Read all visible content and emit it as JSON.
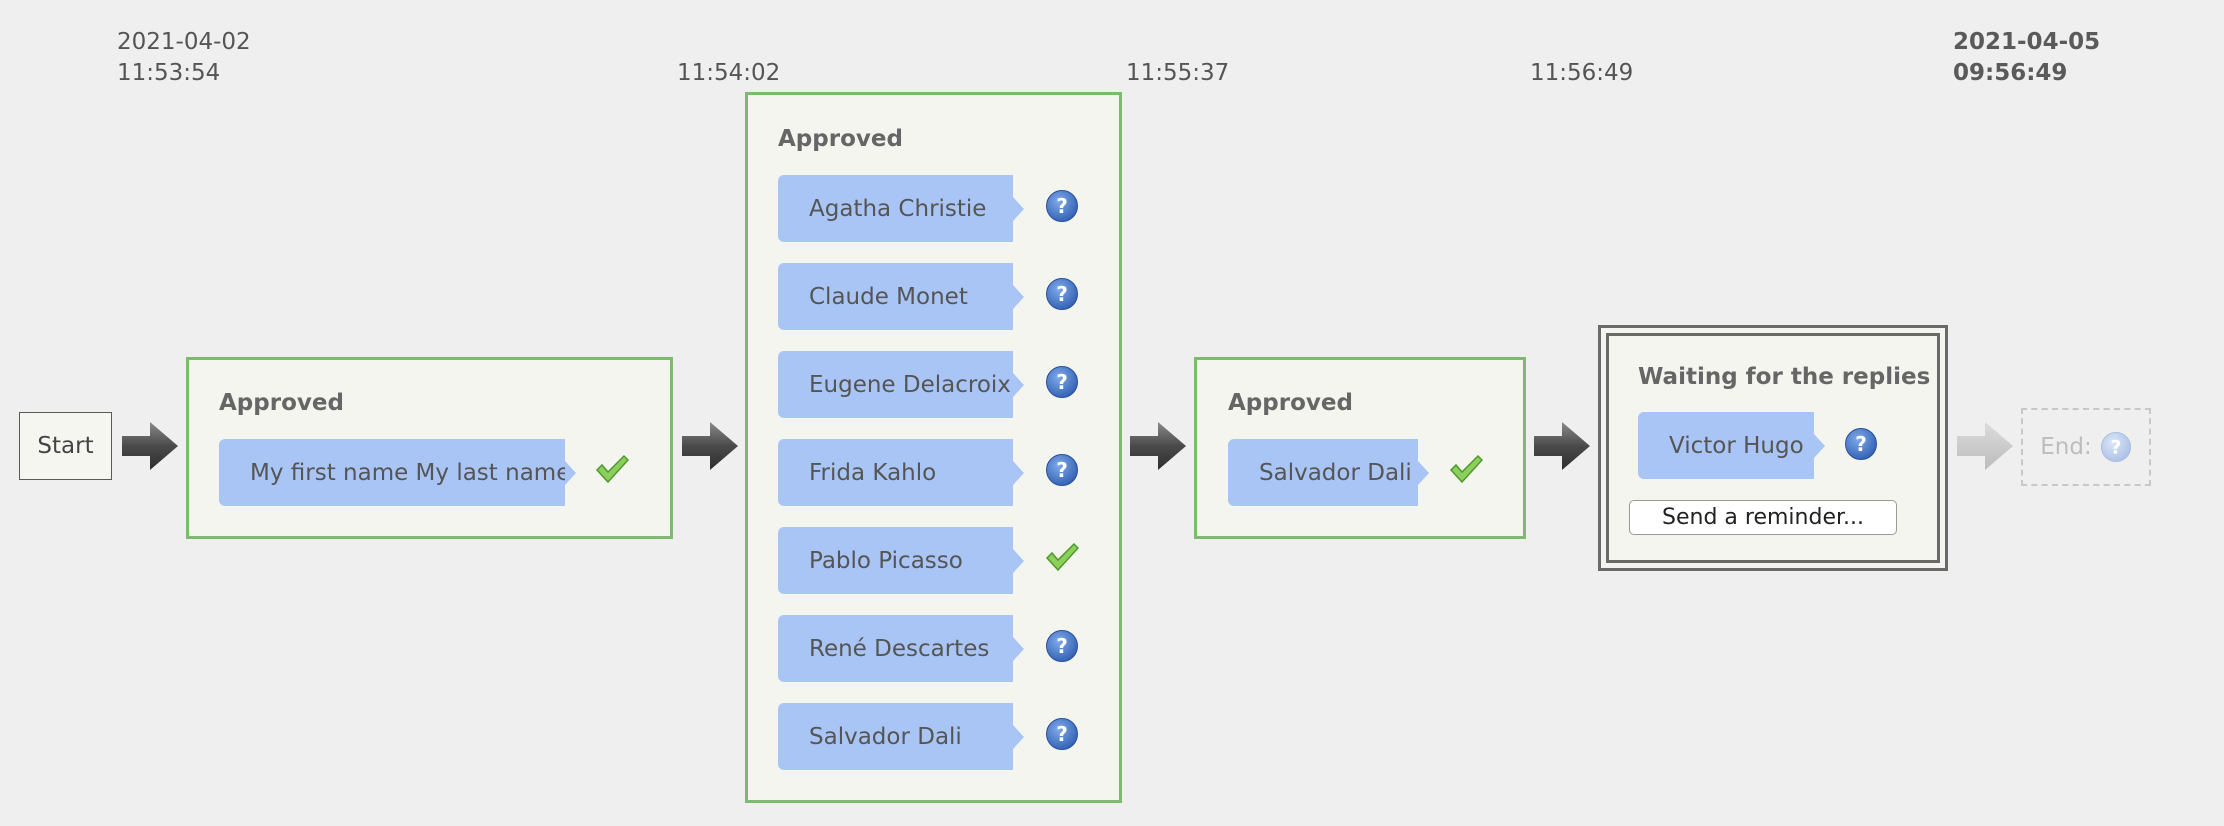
{
  "timestamps": {
    "t0_date": "2021-04-02",
    "t0_time": "11:53:54",
    "t1": "11:54:02",
    "t2": "11:55:37",
    "t3": "11:56:49",
    "t4_date": "2021-04-05",
    "t4_time": "09:56:49"
  },
  "start": {
    "label": "Start"
  },
  "stage1": {
    "title": "Approved",
    "approvers": [
      {
        "name": "My first name My last name",
        "status": "approved"
      }
    ]
  },
  "stage2": {
    "title": "Approved",
    "approvers": [
      {
        "name": "Agatha Christie",
        "status": "unknown"
      },
      {
        "name": "Claude Monet",
        "status": "unknown"
      },
      {
        "name": "Eugene Delacroix",
        "status": "unknown"
      },
      {
        "name": "Frida Kahlo",
        "status": "unknown"
      },
      {
        "name": "Pablo Picasso",
        "status": "approved"
      },
      {
        "name": "René Descartes",
        "status": "unknown"
      },
      {
        "name": "Salvador Dali",
        "status": "unknown"
      }
    ]
  },
  "stage3": {
    "title": "Approved",
    "approvers": [
      {
        "name": "Salvador Dali",
        "status": "approved"
      }
    ]
  },
  "stage4": {
    "title": "Waiting for the replies",
    "approvers": [
      {
        "name": "Victor Hugo",
        "status": "unknown"
      }
    ],
    "reminder_label": "Send a reminder..."
  },
  "end": {
    "label": "End:"
  },
  "colors": {
    "approved_border": "#7cbb6f",
    "pill": "#a9c5f6",
    "waiting_border": "#6a6a6a",
    "background": "#efefef"
  },
  "icons": {
    "connector": "arrow-right-icon",
    "unknown": "question-icon",
    "approved": "checkmark-icon"
  }
}
